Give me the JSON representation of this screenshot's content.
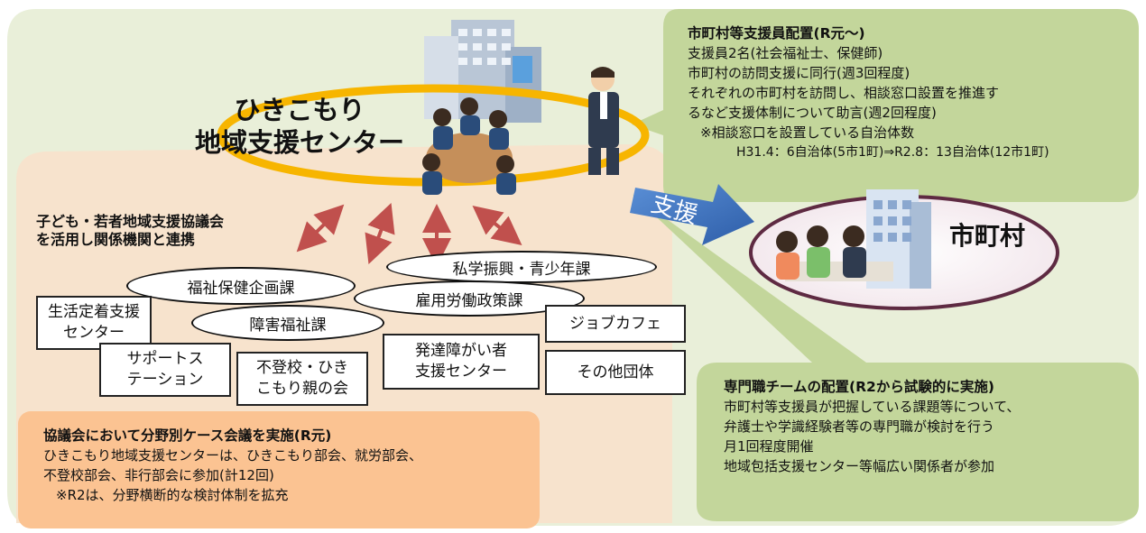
{
  "center": {
    "title_line1": "ひきこもり",
    "title_line2": "地域支援センター"
  },
  "council": {
    "line1": "子ども・若者地域支援協議会",
    "line2": "を活用し関係機関と連携"
  },
  "organizations": {
    "ovals": [
      "私学振興・青少年課",
      "福祉保健企画課",
      "雇用労働政策課",
      "障害福祉課"
    ],
    "boxes": {
      "seikatsu_line1": "生活定着支援",
      "seikatsu_line2": "センター",
      "support_station_line1": "サポートス",
      "support_station_line2": "テーション",
      "futoko_line1": "不登校・ひき",
      "futoko_line2": "こもり親の会",
      "hattatsu_line1": "発達障がい者",
      "hattatsu_line2": "支援センター",
      "job_cafe": "ジョブカフェ",
      "others": "その他団体"
    }
  },
  "case_meeting": {
    "heading": "協議会において分野別ケース会議を実施(R元)",
    "line1": "ひきこもり地域支援センターは、ひきこもり部会、就労部会、",
    "line2": "不登校部会、非行部会に参加(計12回)",
    "line3": "※R2は、分野横断的な検討体制を拡充"
  },
  "municipal_staff": {
    "heading": "市町村等支援員配置(R元～)",
    "line1": "支援員2名(社会福祉士、保健師)",
    "line2": "市町村の訪問支援に同行(週3回程度)",
    "line3": "それぞれの市町村を訪問し、相談窓口設置を推進す",
    "line4": "るなど支援体制について助言(週2回程度)",
    "line5": "※相談窓口を設置している自治体数",
    "line6": "H31.4：6自治体(5市1町)⇒R2.8：13自治体(12市1町)"
  },
  "support_arrow": {
    "label": "支援"
  },
  "municipality": {
    "label": "市町村"
  },
  "expert_team": {
    "heading": "専門職チームの配置(R2から試験的に実施)",
    "line1": "市町村等支援員が把握している課題等について、",
    "line2": "弁護士や学識経験者等の専門職が検討を行う",
    "line3": "月1回程度開催",
    "line4": "地域包括支援センター等幅広い関係者が参加"
  },
  "colors": {
    "outer_green": "#e9efd9",
    "beige_region": "#f7e3cd",
    "green_box": "#c3d69b",
    "orange_box": "#fbc392",
    "ring": "#f7b500",
    "arrow_blue": "#3f74c2",
    "link_arrow": "#c0504d"
  }
}
